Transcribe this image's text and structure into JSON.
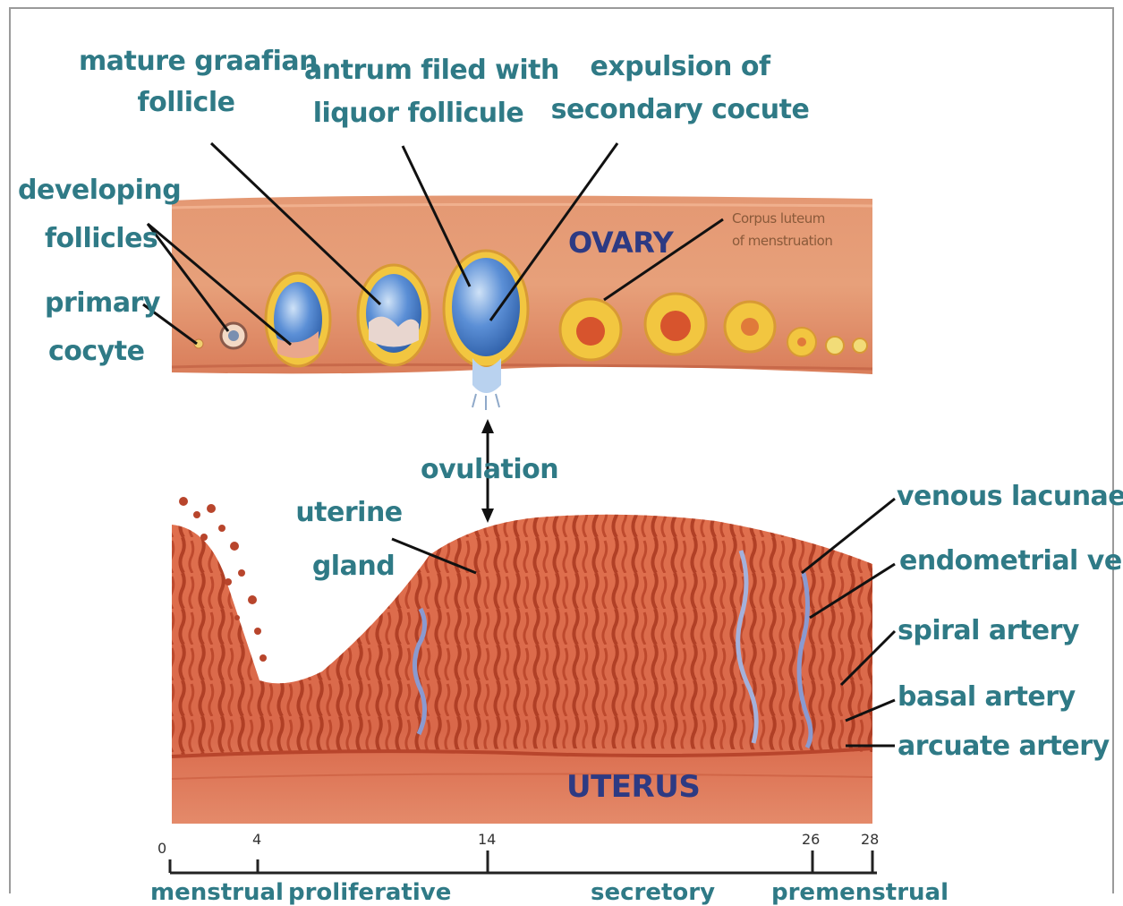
{
  "labels": {
    "mature_graafian_1": "mature graafian",
    "mature_graafian_2": "follicle",
    "antrum_1": "antrum filed with",
    "antrum_2": "liquor follicule",
    "expulsion_1": "expulsion of",
    "expulsion_2": "secondary cocute",
    "developing_1": "developing",
    "developing_2": "follicles",
    "primary_1": "primary",
    "primary_2": "cocyte",
    "ovary": "OVARY",
    "corpus_1": "Corpus luteum",
    "corpus_2": "of menstruation",
    "ovulation": "ovulation",
    "uterine_1": "uterine",
    "uterine_2": "gland",
    "venous": "venous lacunae",
    "endometrial": "endometrial vein",
    "spiral": "spiral artery",
    "basal": "basal artery",
    "arcuate": "arcuate artery",
    "uterus": "UTERUS"
  },
  "timeline": {
    "days": [
      "0",
      "4",
      "14",
      "26",
      "28"
    ],
    "phases": [
      "menstrual",
      "proliferative",
      "secretory",
      "premenstrual"
    ]
  },
  "colors": {
    "label": "#2f7a86",
    "title": "#2d3a83",
    "tissue": "#e07a56",
    "tissue_dark": "#b8452c",
    "follicle_blue": "#4a7fc8",
    "corpus_yellow": "#f2c640"
  }
}
